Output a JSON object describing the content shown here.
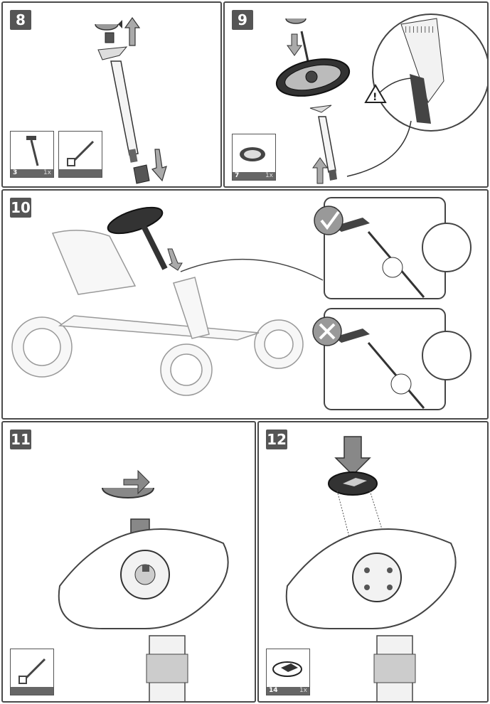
{
  "steps": {
    "s8": {
      "number": "8",
      "parts": [
        {
          "id": "3",
          "qty": "1x"
        },
        {
          "id": "",
          "qty": ""
        }
      ]
    },
    "s9": {
      "number": "9",
      "parts": [
        {
          "id": "7",
          "qty": "1x"
        }
      ],
      "warning_icon": "warning-triangle-icon"
    },
    "s10": {
      "number": "10",
      "correct_icon": "check-mark-icon",
      "wrong_icon": "cross-mark-icon"
    },
    "s11": {
      "number": "11",
      "tool": "allen-key-icon"
    },
    "s12": {
      "number": "12",
      "parts": [
        {
          "id": "14",
          "qty": "1x"
        }
      ]
    }
  },
  "colors": {
    "border": "#4a4a4a",
    "badge": "#555555",
    "part_dark": "#333333"
  }
}
